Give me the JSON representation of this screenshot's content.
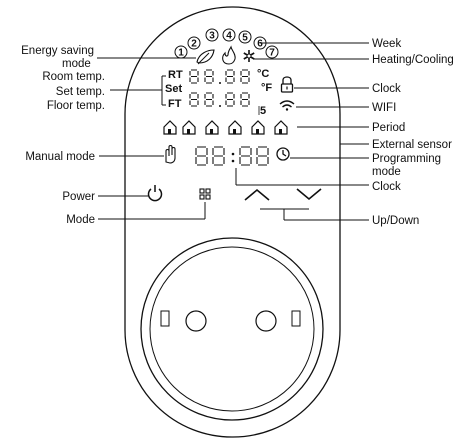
{
  "labels": {
    "energy_saving": "Energy saving",
    "mode_suffix": "mode",
    "room_temp": "Room temp.",
    "set_temp": "Set temp.",
    "floor_temp": "Floor temp.",
    "manual_mode": "Manual mode",
    "power": "Power",
    "mode": "Mode",
    "week": "Week",
    "heating_cooling": "Heating/Cooling",
    "clock_top": "Clock",
    "wifi": "WIFI",
    "period": "Period",
    "external_sensor": "External sensor",
    "programming": "Programming",
    "programming_mode": "mode",
    "clock_bottom": "Clock",
    "up_down": "Up/Down"
  },
  "display": {
    "rt": "RT",
    "set": "Set",
    "ft": "FT",
    "celsius": "°C",
    "fahrenheit": "°F",
    "sensor_digit": "5",
    "week_days": [
      "1",
      "2",
      "3",
      "4",
      "5",
      "6",
      "7"
    ]
  },
  "colors": {
    "line": "#111111",
    "background": "#ffffff"
  }
}
